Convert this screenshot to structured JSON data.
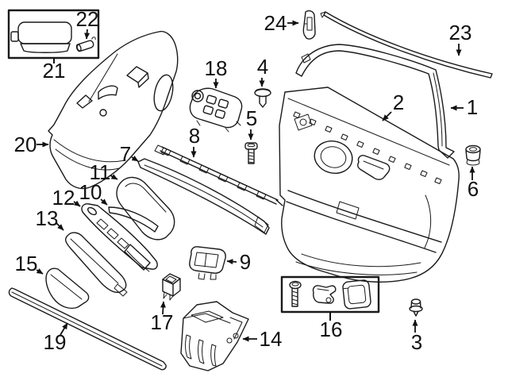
{
  "figure": {
    "type": "exploded-parts-diagram",
    "background_color": "#ffffff",
    "line_color": "#1a1a1a",
    "label_color": "#111111"
  },
  "callouts": [
    {
      "label": "1"
    },
    {
      "label": "2"
    },
    {
      "label": "3"
    },
    {
      "label": "4"
    },
    {
      "label": "5"
    },
    {
      "label": "6"
    },
    {
      "label": "7"
    },
    {
      "label": "8"
    },
    {
      "label": "9"
    },
    {
      "label": "10"
    },
    {
      "label": "11"
    },
    {
      "label": "12"
    },
    {
      "label": "13"
    },
    {
      "label": "14"
    },
    {
      "label": "15"
    },
    {
      "label": "16"
    },
    {
      "label": "17"
    },
    {
      "label": "18"
    },
    {
      "label": "19"
    },
    {
      "label": "20"
    },
    {
      "label": "21"
    },
    {
      "label": "22"
    },
    {
      "label": "23"
    },
    {
      "label": "24"
    }
  ]
}
